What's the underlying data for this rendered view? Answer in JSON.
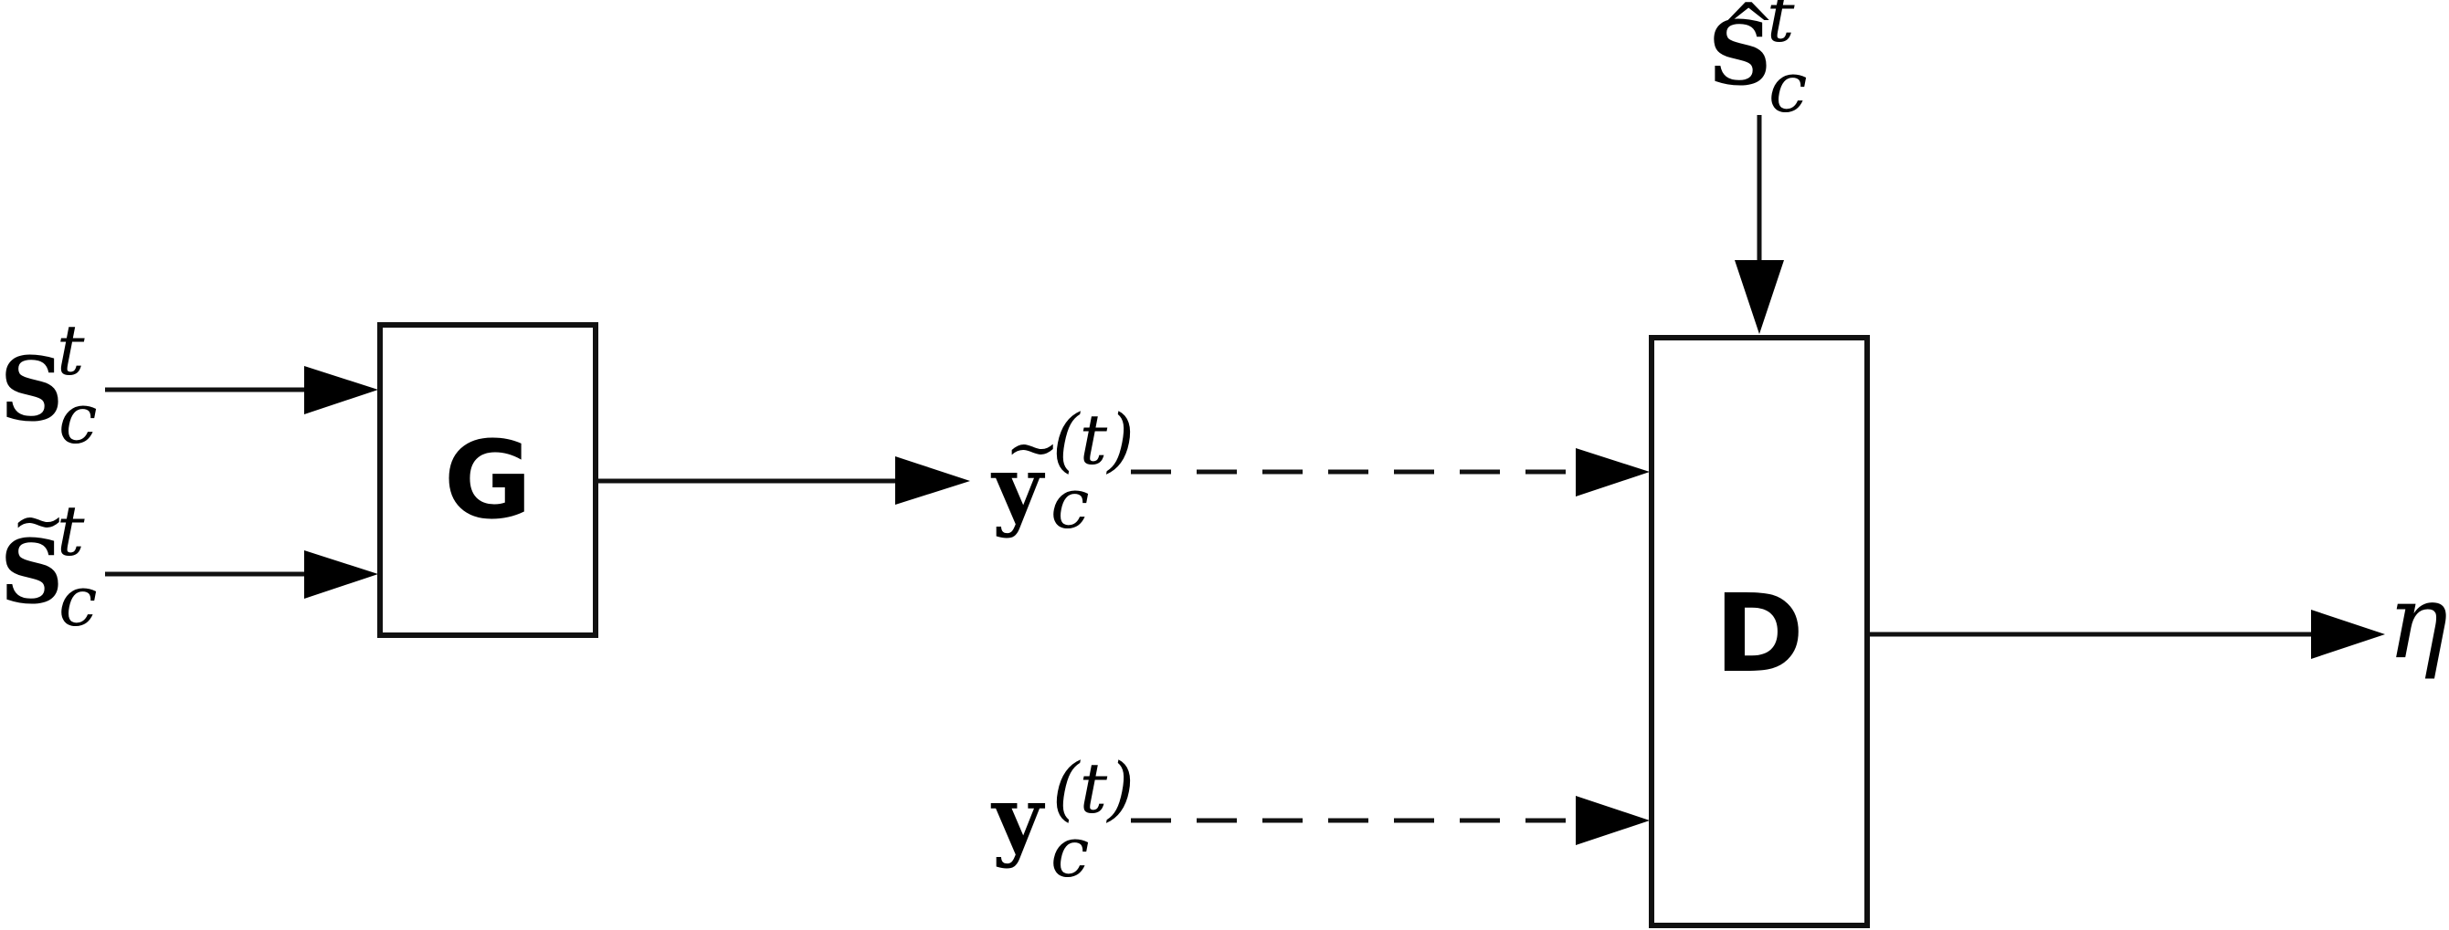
{
  "blocks": {
    "generator": "G",
    "discriminator": "D"
  },
  "labels": {
    "s_real": {
      "base": "S",
      "sup": "t",
      "sub": "c"
    },
    "s_tilde": {
      "accent": "~",
      "base": "S",
      "sup": "t",
      "sub": "c"
    },
    "s_hat": {
      "accent": "^",
      "base": "S",
      "sup": "t",
      "sub": "c"
    },
    "y_tilde": {
      "accent": "~",
      "base": "y",
      "sup": "(t)",
      "sub": "c"
    },
    "y_real": {
      "base": "y",
      "sup": "(t)",
      "sub": "c"
    },
    "output": "η"
  },
  "colors": {
    "stroke": "#111111",
    "background": "#ffffff"
  }
}
